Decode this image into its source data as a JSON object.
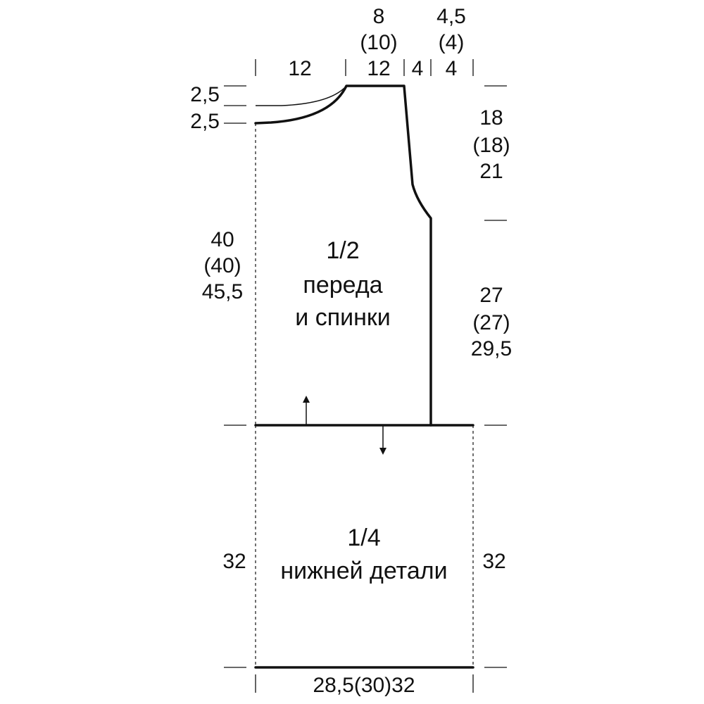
{
  "pieces": {
    "upper": {
      "title": "1/2",
      "subtitle_1": "переда",
      "subtitle_2": "и спинки"
    },
    "lower": {
      "title": "1/4",
      "subtitle_1": "нижней детали"
    }
  },
  "top": {
    "left_width": "12",
    "neck_width_1": "8",
    "neck_width_2": "(10)",
    "neck_width_3": "12",
    "shoulder_width": "4",
    "right_width_1": "4,5",
    "right_width_2": "(4)",
    "right_width_3": "4"
  },
  "left": {
    "neck_depth_1": "2,5",
    "neck_depth_2": "2,5",
    "upper_height_1": "40",
    "upper_height_2": "(40)",
    "upper_height_3": "45,5",
    "lower_height": "32"
  },
  "right": {
    "armhole_1": "18",
    "armhole_2": "(18)",
    "armhole_3": "21",
    "side_1": "27",
    "side_2": "(27)",
    "side_3": "29,5",
    "lower_height": "32"
  },
  "bottom": {
    "width": "28,5(30)32"
  }
}
